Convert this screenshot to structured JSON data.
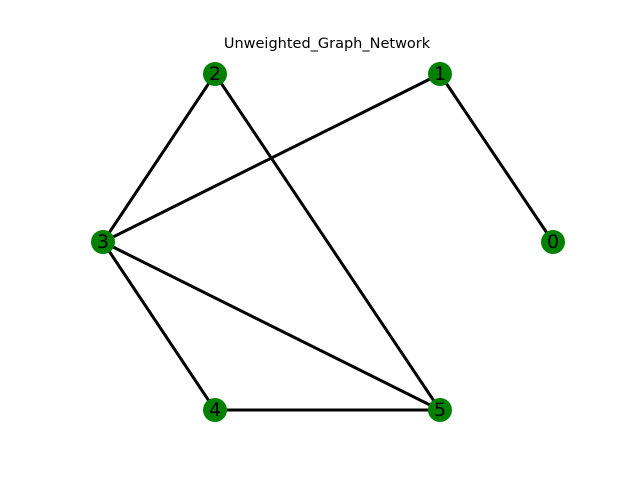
{
  "title": "Unweighted_Graph_Network",
  "colors": {
    "node_fill": "#008000",
    "edge_stroke": "#000000",
    "label_color": "#000000",
    "background": "#ffffff"
  },
  "nodes": [
    {
      "id": "0",
      "label": "0"
    },
    {
      "id": "1",
      "label": "1"
    },
    {
      "id": "2",
      "label": "2"
    },
    {
      "id": "3",
      "label": "3"
    },
    {
      "id": "4",
      "label": "4"
    },
    {
      "id": "5",
      "label": "5"
    }
  ],
  "edges": [
    {
      "source": "1",
      "target": "0"
    },
    {
      "source": "1",
      "target": "3"
    },
    {
      "source": "2",
      "target": "3"
    },
    {
      "source": "2",
      "target": "5"
    },
    {
      "source": "3",
      "target": "4"
    },
    {
      "source": "3",
      "target": "5"
    },
    {
      "source": "4",
      "target": "5"
    }
  ]
}
